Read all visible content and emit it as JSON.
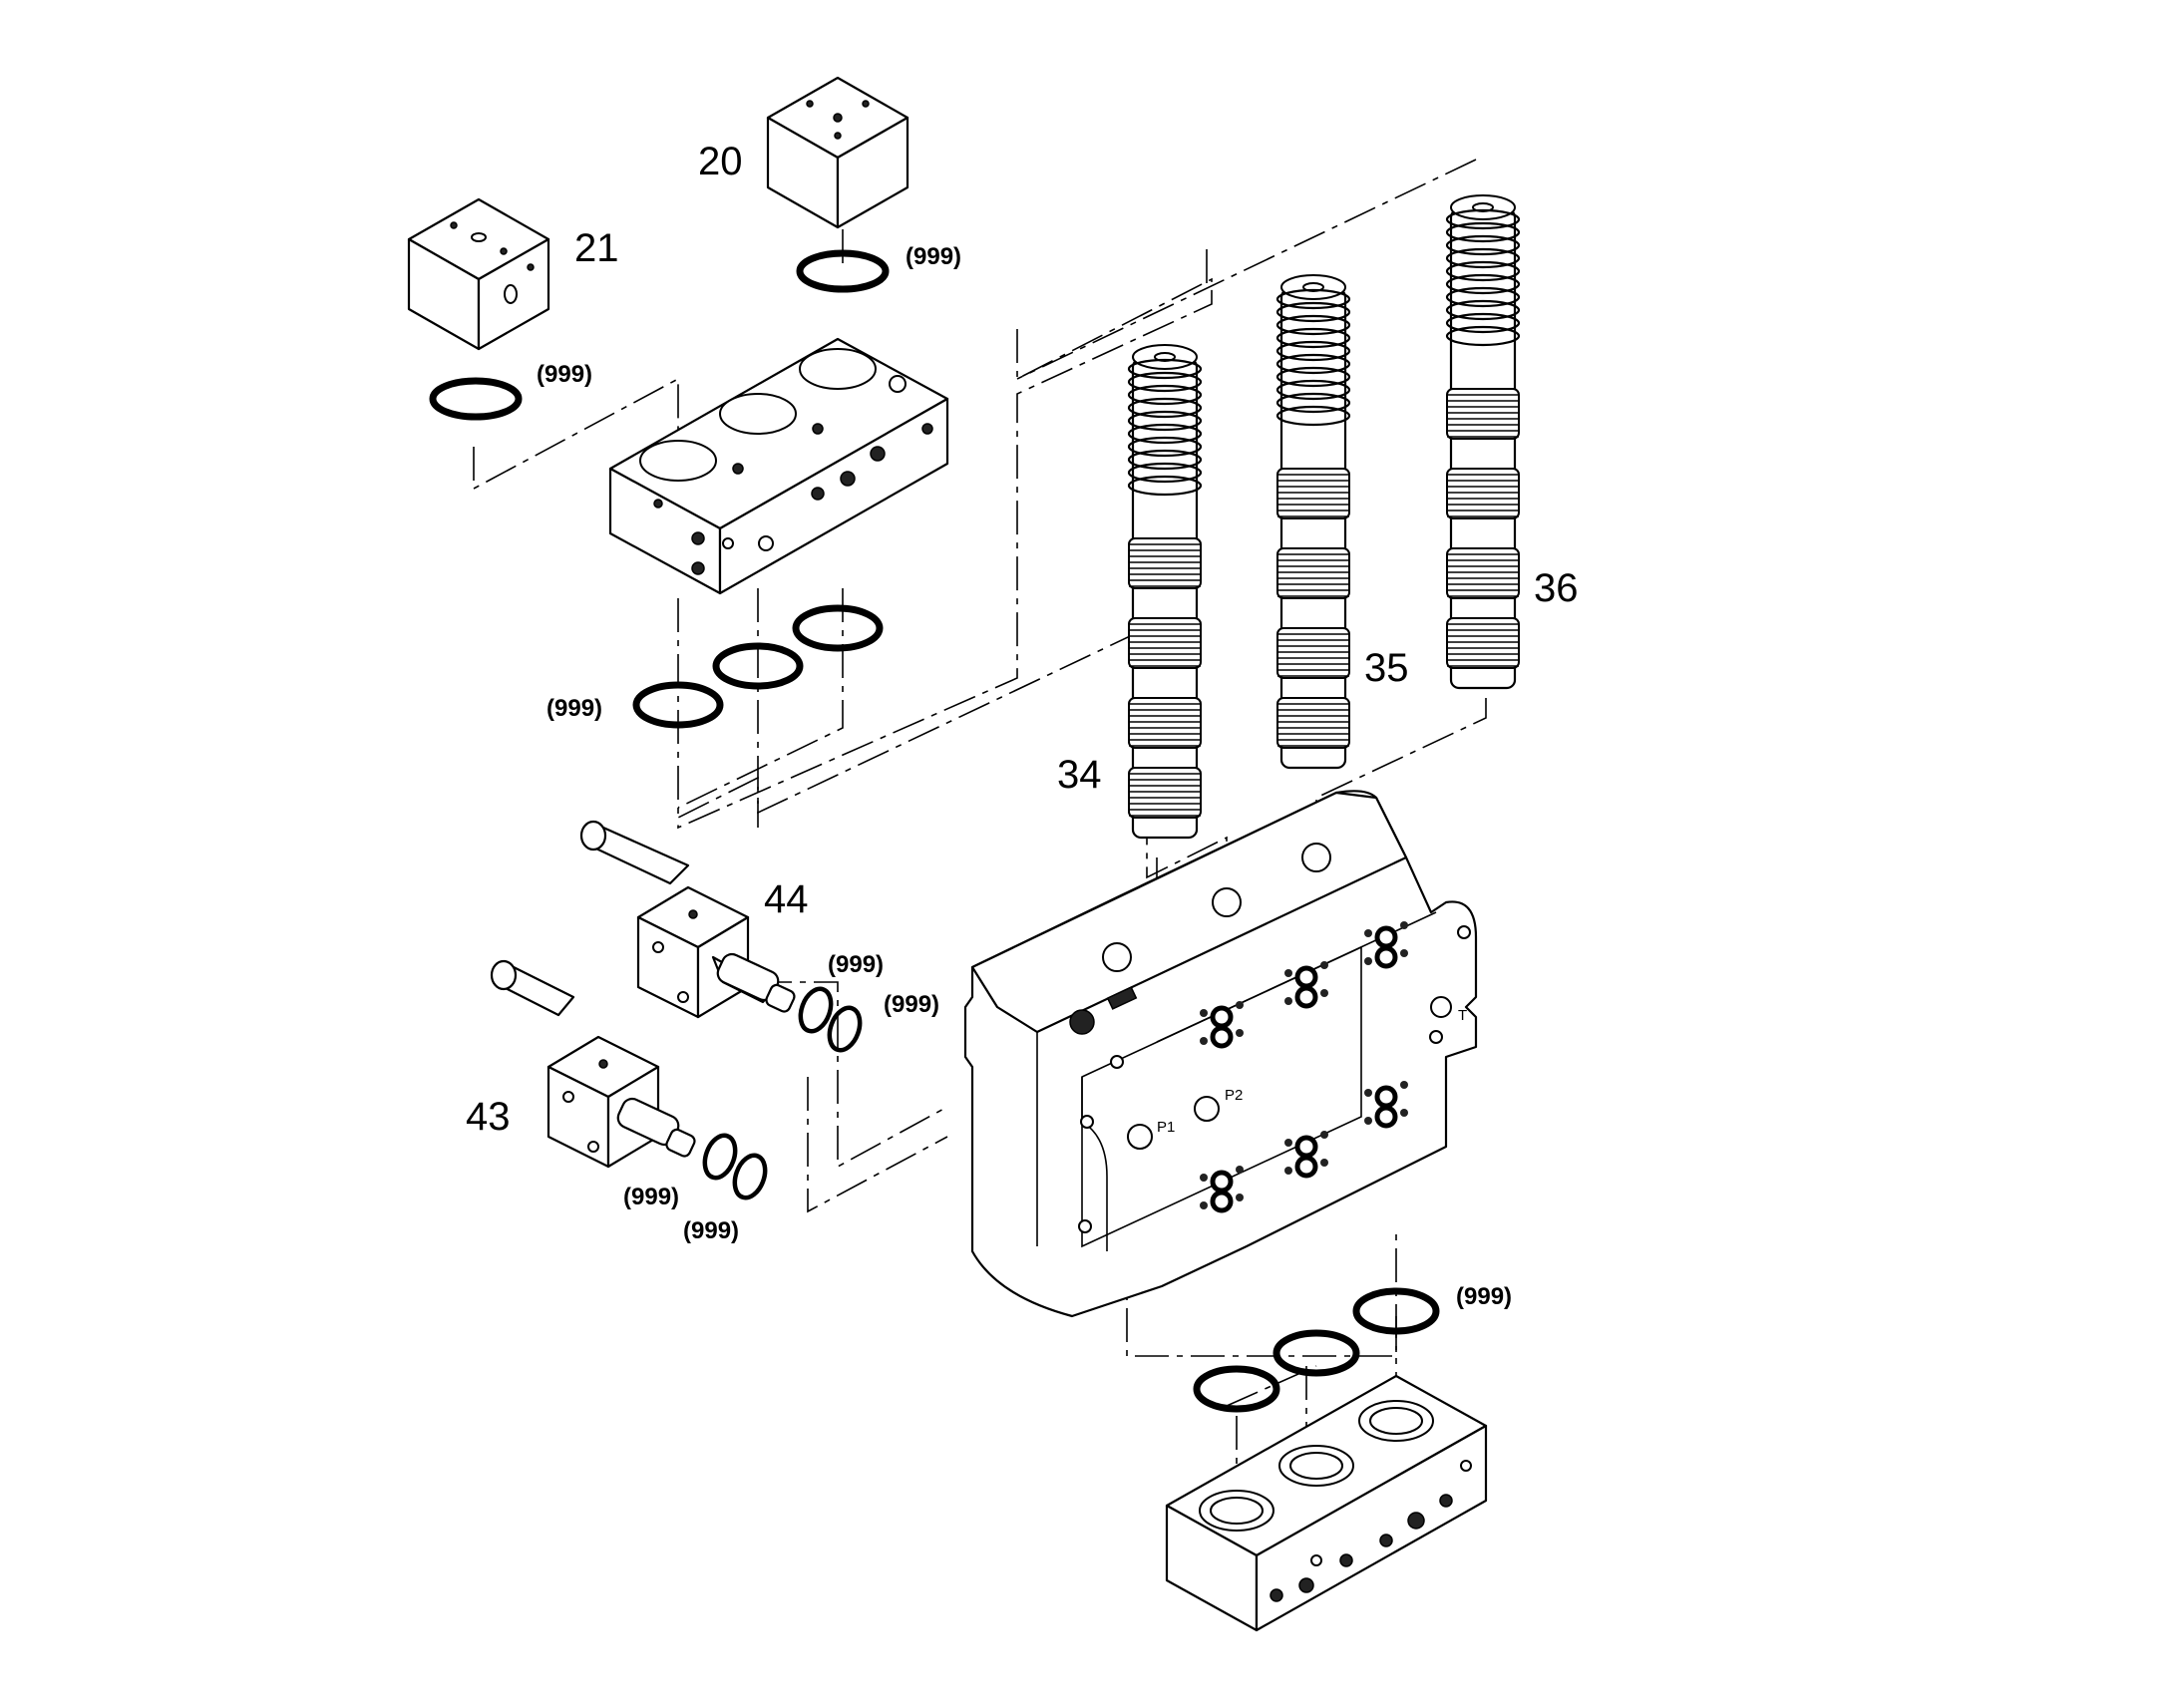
{
  "labels": {
    "p20": "20",
    "p21": "21",
    "p34": "34",
    "p35": "35",
    "p36": "36",
    "p43": "43",
    "p44": "44"
  },
  "ref_note": "(999)",
  "ports": {
    "p1": "P1",
    "p2": "P2",
    "t": "T"
  },
  "colors": {
    "line": "#000000",
    "background": "#ffffff"
  }
}
